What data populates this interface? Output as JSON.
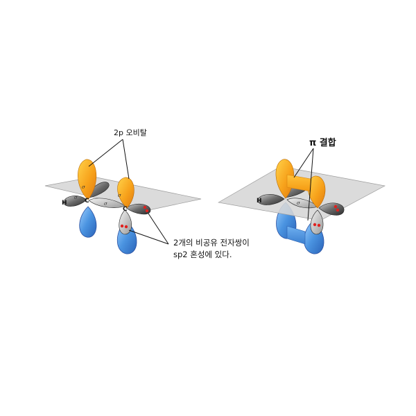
{
  "labels": {
    "p_orbital": "2p 오비탈",
    "pi_bond": "π 결합",
    "lone_pair_line1": "2개의 비공유 전자쌍이",
    "lone_pair_line2": "sp2 혼성에 있다."
  },
  "atoms": {
    "hydrogen": "H",
    "carbon": "C",
    "sigma": "σ"
  },
  "colors": {
    "p_orbital_top": "#f7a21b",
    "p_orbital_bottom": "#3f86d6",
    "sp2_lobe": "#3a3a3a",
    "plane": "#d9d9d9",
    "electron": "#e0201e"
  }
}
